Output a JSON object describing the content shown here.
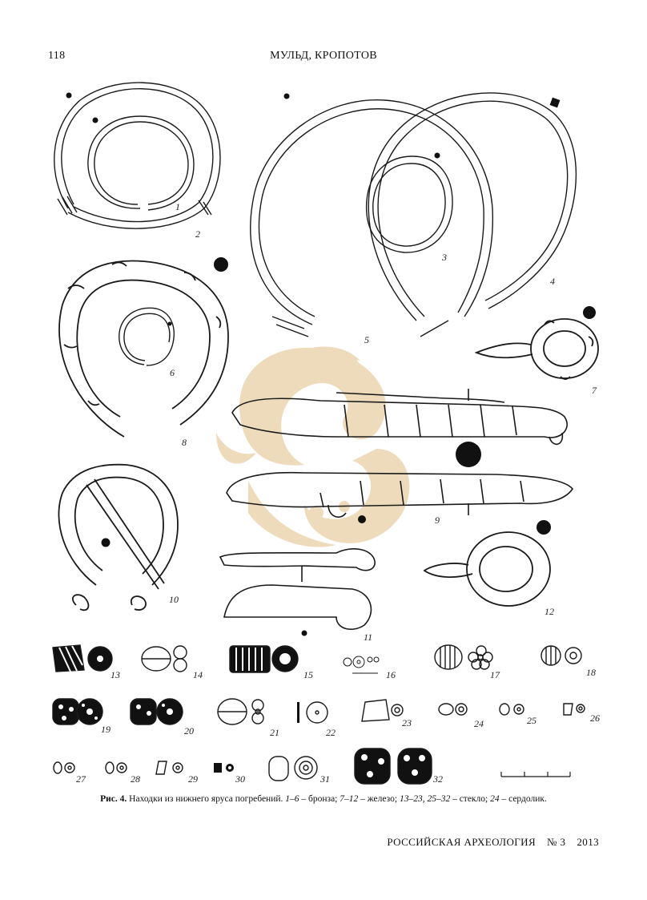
{
  "header": {
    "page_number": "118",
    "running_title": "МУЛЬД, КРОПОТОВ"
  },
  "figure_numbers": [
    "1",
    "2",
    "3",
    "4",
    "5",
    "6",
    "7",
    "8",
    "9",
    "10",
    "11",
    "12",
    "13",
    "14",
    "15",
    "16",
    "17",
    "18",
    "19",
    "20",
    "21",
    "22",
    "23",
    "24",
    "25",
    "26",
    "27",
    "28",
    "29",
    "30",
    "31",
    "32"
  ],
  "caption": {
    "label": "Рис. 4.",
    "text_intro": " Находки из нижнего яруса погребений. ",
    "r1": "1–6",
    "t1": " – бронза; ",
    "r2": "7–12",
    "t2": " – железо; ",
    "r3": "13–23, 25–32",
    "t3": " – стекло; ",
    "r4": "24",
    "t4": " – сердолик."
  },
  "footer": {
    "journal": "РОССИЙСКАЯ АРХЕОЛОГИЯ",
    "issue": "№ 3",
    "year": "2013"
  },
  "colors": {
    "ink": "#1a1a1a",
    "watermark": "#e6c79a"
  },
  "icons": [
    "watermark-logo",
    "scale-bar"
  ]
}
